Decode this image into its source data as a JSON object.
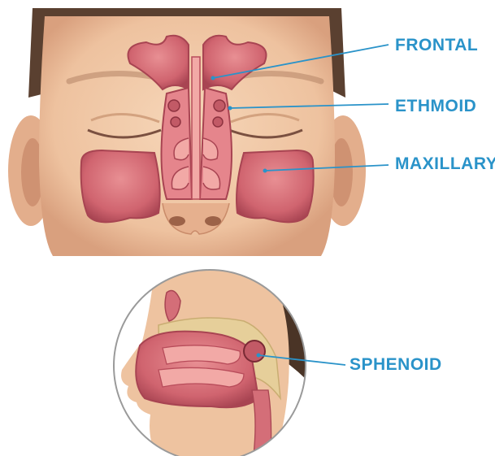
{
  "labels": {
    "frontal": "FRONTAL",
    "ethmoid": "ETHMOID",
    "maxillary": "MAXILLARY",
    "sphenoid": "SPHENOID"
  },
  "colors": {
    "label_text": "#2a93c9",
    "leader_line": "#2a93c9",
    "skin": "#f0c9a8",
    "skin_shadow": "#dca585",
    "hair": "#5a4030",
    "sinus_fill": "#d46e78",
    "sinus_dark": "#b84c5a",
    "sinus_light": "#f2a9a6",
    "bone": "#e6cf9a",
    "circle_outline": "#9a9a9a"
  },
  "icons": {
    "face": "front-face-illustration",
    "profile": "side-head-cross-section"
  }
}
